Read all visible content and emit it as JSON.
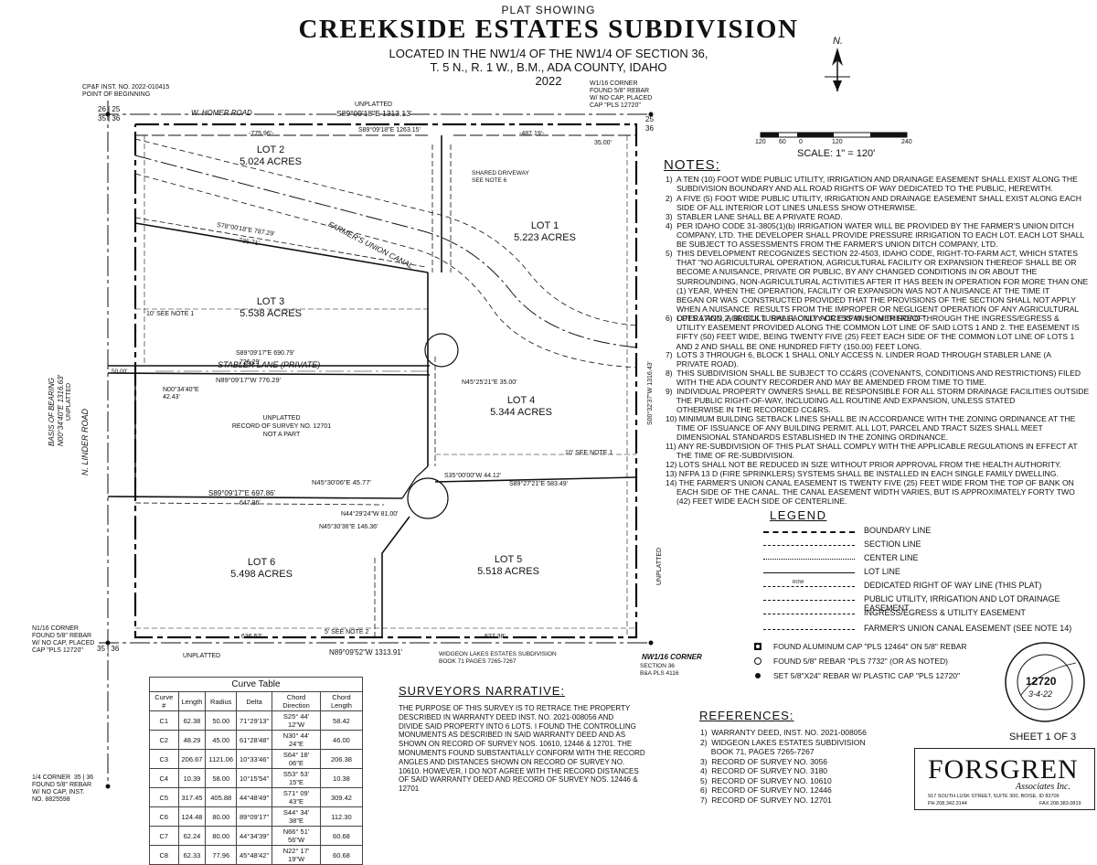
{
  "title": {
    "plat_showing": "PLAT SHOWING",
    "main": "CREEKSIDE ESTATES SUBDIVISION",
    "loc1": "LOCATED IN THE NW1/4 OF THE NW1/4 OF SECTION 36,",
    "loc2": "T. 5 N., R. 1 W., B.M., ADA COUNTY, IDAHO",
    "year": "2022"
  },
  "north": "N.",
  "scale": {
    "ticks": [
      "120",
      "60",
      "0",
      "120",
      "240"
    ],
    "text": "SCALE: 1\" = 120'"
  },
  "map": {
    "pob": "CP&F INST. NO. 2022-010415\nPOINT OF BEGINNING",
    "homer_road": "W. HOMER ROAD",
    "unplatted_top": "UNPLATTED",
    "top_bearing": "S89°09'18\"E 1313.13'",
    "sec_nw": "26 | 25\n35 | 36",
    "w16_corner": "W1/16 CORNER\nFOUND 5/8\" REBAR\nW/ NO CAP, PLACED\nCAP \"PLS 12720\"",
    "sec_ne": "25\n36",
    "row_top": "-775.96'-",
    "lot2_top": "S89°09'18\"E 1263.15'",
    "d487": "-487.19'-",
    "d35": "35.00'",
    "lot2": "LOT 2\n5.024 ACRES",
    "lot1": "LOT 1\n5.223 ACRES",
    "lot3": "LOT 3\n5.538 ACRES",
    "lot4": "LOT 4\n5.344 ACRES",
    "lot5": "LOT 5\n5.518 ACRES",
    "lot6": "LOT 6\n5.498 ACRES",
    "canal": "FARMER'S UNION CANAL",
    "shared_drive": "SHARED DRIVEWAY\nSEE NOTE 6",
    "lot23_line": "S78°00'18\"E 787.29'",
    "d735": "735.71'",
    "see_note1_a": "10' SEE NOTE 1",
    "see_note1_b": "10' SEE NOTE 1",
    "stabler_top": "S89°09'17\"E 690.79'",
    "d726": "726.29'",
    "stabler": "STABLER LANE (PRIVATE)",
    "stabler_bot": "N89°09'17\"W 776.29'",
    "n45_35": "N45°25'21\"E 35.00'",
    "n0_42": "N00°34'40\"E\n42.43'",
    "unplatted_mid": "UNPLATTED\nRECORD OF SURVEY NO. 12701\nNOT A PART",
    "basis": "BASIS OF BEARING\nN00°34'40\"E 1316.63'",
    "linder": "N. LINDER ROAD",
    "unplatted_left": "UNPLATTED",
    "s89_697": "S89°09'17\"E 697.86'",
    "d647": "647.86'",
    "n45_4577": "N45°30'06\"E 45.77'",
    "s35_4412": "S35°00'00\"W 44.12'",
    "s89_583": "S89°27'21\"E 583.49'",
    "n44_81": "N44°29'24\"W 81.00'",
    "n45_14636": "N45°30'36\"E 146.36'",
    "right_bearing": "S00°32'37\"W 1316.43'",
    "unplatted_right": "UNPLATTED",
    "n1_16": "N1/16 CORNER\nFOUND 5/8\" REBAR\nW/ NO CAP, PLACED\nCAP \"PLS 12720\"",
    "sec_sw": "35 | 36",
    "bot_bearing": "N89°09'52\"W 1313.91'",
    "d636": "636.52'",
    "d627": "627.38'",
    "see_note2": "5' SEE NOTE 2",
    "widgeon": "WIDGEON LAKES ESTATES SUBDIVISION\nBOOK 71 PAGES 7265-7267",
    "unplatted_bot": "UNPLATTED",
    "nw16_corner": "NW1/16 CORNER",
    "sec36": "SECTION 36\nB&A PLS 4116",
    "q_corner": "1/4 CORNER  35 | 36\nFOUND 5/8\" REBAR\nW/ NO CAP, INST.\nNO. 8825598",
    "d5000": "50.00'"
  },
  "notes_title": "NOTES:",
  "notes": [
    "1)  A TEN (10) FOOT WIDE PUBLIC UTILITY, IRRIGATION AND DRAINAGE EASEMENT SHALL EXIST ALONG THE\n     SUBDIVISION BOUNDARY AND ALL ROAD RIGHTS OF WAY DEDICATED TO THE PUBLIC, HEREWITH.",
    "2)  A FIVE (5) FOOT WIDE PUBLIC UTILITY, IRRIGATION AND DRAINAGE EASEMENT SHALL EXIST ALONG EACH\n     SIDE OF ALL INTERIOR LOT LINES UNLESS SHOW OTHERWISE.",
    "3)  STABLER LANE SHALL BE A PRIVATE ROAD.",
    "4)  PER IDAHO CODE 31-3805(1)(b) IRRIGATION WATER WILL BE PROVIDED BY THE FARMER'S UNION DITCH\n     COMPANY, LTD. THE DEVELOPER SHALL PROVIDE PRESSURE IRRIGATION TO EACH LOT. EACH LOT SHALL\n     BE SUBJECT TO ASSESSMENTS FROM THE FARMER'S UNION DITCH COMPANY, LTD.",
    "5)  THIS DEVELOPMENT RECOGNIZES SECTION 22-4503, IDAHO CODE, RIGHT-TO-FARM ACT, WHICH STATES\n     THAT \"NO AGRICULTURAL OPERATION, AGRICULTURAL FACILITY OR EXPANSION THEREOF SHALL BE OR\n     BECOME A NUISANCE, PRIVATE OR PUBLIC, BY ANY CHANGED CONDITIONS IN OR ABOUT THE\n     SURROUNDING, NON-AGRICULTURAL ACTIVITIES AFTER IT HAS BEEN IN OPERATION FOR MORE THAN ONE\n     (1) YEAR, WHEN THE OPERATION, FACILITY OR EXPANSION WAS NOT A NUISANCE AT THE TIME IT\n     BEGAN OR WAS  CONSTRUCTED PROVIDED THAT THE PROVISIONS OF THE SECTION SHALL NOT APPLY\n     WHEN A NUISANCE  RESULTS FROM THE IMPROPER OR NEGLIGENT OPERATION OF ANY AGRICULTURAL\n     OPERATION, AGRICULTURAL FACILITY OR EXPANSION THEREOF\".",
    "6)  LOTS 1 AND 2, BLOCK 1  SHALL ONLY ACCESS W. HOMER ROAD THROUGH THE INGRESS/EGRESS &\n     UTILITY EASEMENT PROVIDED ALONG THE COMMON LOT LINE OF SAID LOTS 1 AND 2. THE EASEMENT IS\n     FIFTY (50) FEET WIDE, BEING TWENTY FIVE (25) FEET EACH SIDE OF THE COMMON LOT LINE OF LOTS 1\n     AND 2 AND SHALL BE ONE HUNDRED FIFTY (150.00) FEET LONG.",
    "7)  LOTS 3 THROUGH 6, BLOCK 1 SHALL ONLY ACCESS N. LINDER ROAD THROUGH STABLER LANE (A\n     PRIVATE ROAD).",
    "8)  THIS SUBDIVISION SHALL BE SUBJECT TO CC&RS (COVENANTS, CONDITIONS AND RESTRICTIONS) FILED\n     WITH THE ADA COUNTY RECORDER AND MAY BE AMENDED FROM TIME TO TIME.",
    "9)  INDIVIDUAL PROPERTY OWNERS SHALL BE RESPONSIBLE FOR ALL STORM DRAINAGE FACILITIES OUTSIDE\n     THE PUBLIC RIGHT-OF-WAY, INCLUDING ALL ROUTINE AND EXPANSION, UNLESS STATED\n     OTHERWISE IN THE RECORDED CC&RS.",
    "10) MINIMUM BUILDING SETBACK LINES SHALL BE IN ACCORDANCE WITH THE ZONING ORDINANCE AT THE\n     TIME OF ISSUANCE OF ANY BUILDING PERMIT. ALL LOT, PARCEL AND TRACT SIZES SHALL MEET\n     DIMENSIONAL STANDARDS ESTABLISHED IN THE ZONING ORDINANCE.",
    "11) ANY RE-SUBDIVISION OF THIS PLAT SHALL COMPLY WITH THE APPLICABLE REGULATIONS IN EFFECT AT\n     THE TIME OF RE-SUBDIVISION.",
    "12) LOTS SHALL NOT BE REDUCED IN SIZE WITHOUT PRIOR APPROVAL FROM THE HEALTH AUTHORITY.",
    "13) NFPA 13 D (FIRE SPRINKLERS) SYSTEMS SHALL BE INSTALLED IN EACH SINGLE FAMILY DWELLING.",
    "14) THE FARMER'S UNION CANAL EASEMENT IS TWENTY FIVE (25) FEET WIDE FROM THE TOP OF BANK ON\n     EACH SIDE OF THE CANAL. THE CANAL EASEMENT WIDTH VARIES, BUT IS APPROXIMATELY FORTY TWO\n     (42) FEET WIDE EACH SIDE OF CENTERLINE."
  ],
  "legend_title": "LEGEND",
  "legend": [
    {
      "name": "boundary",
      "label": "BOUNDARY LINE"
    },
    {
      "name": "section",
      "label": "SECTION LINE"
    },
    {
      "name": "center",
      "label": "CENTER LINE"
    },
    {
      "name": "lot",
      "label": "LOT LINE"
    },
    {
      "name": "row",
      "label": "DEDICATED RIGHT OF WAY LINE (THIS PLAT)",
      "tag": "ROW"
    },
    {
      "name": "public-utility",
      "label": "PUBLIC UTILITY, IRRIGATION AND LOT DRAINAGE EASEMENT"
    },
    {
      "name": "ingress",
      "label": "INGRESS/EGRESS & UTILITY EASEMENT"
    },
    {
      "name": "canal",
      "label": "FARMER'S UNION CANAL EASEMENT (SEE NOTE 14)"
    }
  ],
  "symbols": [
    "FOUND ALUMINUM CAP \"PLS 12464\" ON 5/8\" REBAR",
    "FOUND 5/8\" REBAR \"PLS 7732\" (OR AS NOTED)",
    "SET 5/8\"X24\" REBAR W/ PLASTIC CAP \"PLS 12720\""
  ],
  "curve_table": {
    "title": "Curve Table",
    "headers": [
      "Curve #",
      "Length",
      "Radius",
      "Delta",
      "Chord Direction",
      "Chord Length"
    ],
    "rows": [
      [
        "C1",
        "62.38",
        "50.00",
        "71°29'13\"",
        "S25° 44' 12\"W",
        "58.42"
      ],
      [
        "C2",
        "48.29",
        "45.00",
        "61°28'48\"",
        "N30° 44' 24\"E",
        "46.00"
      ],
      [
        "C3",
        "206.67",
        "1121.06",
        "10°33'46\"",
        "S64° 18' 06\"E",
        "206.38"
      ],
      [
        "C4",
        "10.39",
        "58.00",
        "10°15'54\"",
        "S53° 53' 15\"E",
        "10.38"
      ],
      [
        "C5",
        "317.45",
        "405.88",
        "44°48'49\"",
        "S71° 09' 43\"E",
        "309.42"
      ],
      [
        "C6",
        "124.48",
        "80.00",
        "89°09'17\"",
        "S44° 34' 38\"E",
        "112.30"
      ],
      [
        "C7",
        "62.24",
        "80.00",
        "44°34'39\"",
        "N66° 51' 56\"W",
        "60.68"
      ],
      [
        "C8",
        "62.33",
        "77.96",
        "45°48'42\"",
        "N22° 17' 19\"W",
        "60.68"
      ]
    ]
  },
  "narrative": {
    "title": "SURVEYORS NARRATIVE:",
    "text": "THE PURPOSE OF THIS SURVEY IS TO RETRACE THE PROPERTY\nDESCRIBED IN WARRANTY DEED INST. NO. 2021-008056 AND\nDIVIDE SAID PROPERTY INTO 6 LOTS. I FOUND THE CONTROLLING\nMONUMENTS AS DESCRIBED IN SAID WARRANTY DEED AND AS\nSHOWN ON RECORD OF SURVEY NOS. 10610, 12446 & 12701. THE\nMONUMENTS FOUND SUBSTANTIALLY CONFORM WITH THE RECORD\nANGLES AND DISTANCES SHOWN ON RECORD OF SURVEY NO.\n10610. HOWEVER, I DO NOT AGREE WITH THE RECORD DISTANCES\nOF SAID WARRANTY DEED AND RECORD OF SURVEY NOS. 12446 &\n12701"
  },
  "references": {
    "title": "REFERENCES:",
    "items": [
      "1)  WARRANTY DEED, INST. NO. 2021-008056",
      "2)  WIDGEON LAKES ESTATES SUBDIVISION\n     BOOK 71, PAGES 7265-7267",
      "3)  RECORD OF SURVEY NO. 3056",
      "4)  RECORD OF SURVEY NO. 3180",
      "5)  RECORD OF SURVEY NO. 10610",
      "6)  RECORD OF SURVEY NO. 12446",
      "7)  RECORD OF SURVEY NO. 12701"
    ]
  },
  "sheet": "SHEET 1 OF 3",
  "seal": {
    "number": "12720",
    "date": "3-4-22"
  },
  "firm": {
    "name": "FORSGREN",
    "sub": "Associates Inc.",
    "address": "917 SOUTH LUSK STREET, SUITE 300, BOISE, ID 83706",
    "phone": "PH 208.342.3144",
    "fax": "FAX 208.383.0819"
  }
}
